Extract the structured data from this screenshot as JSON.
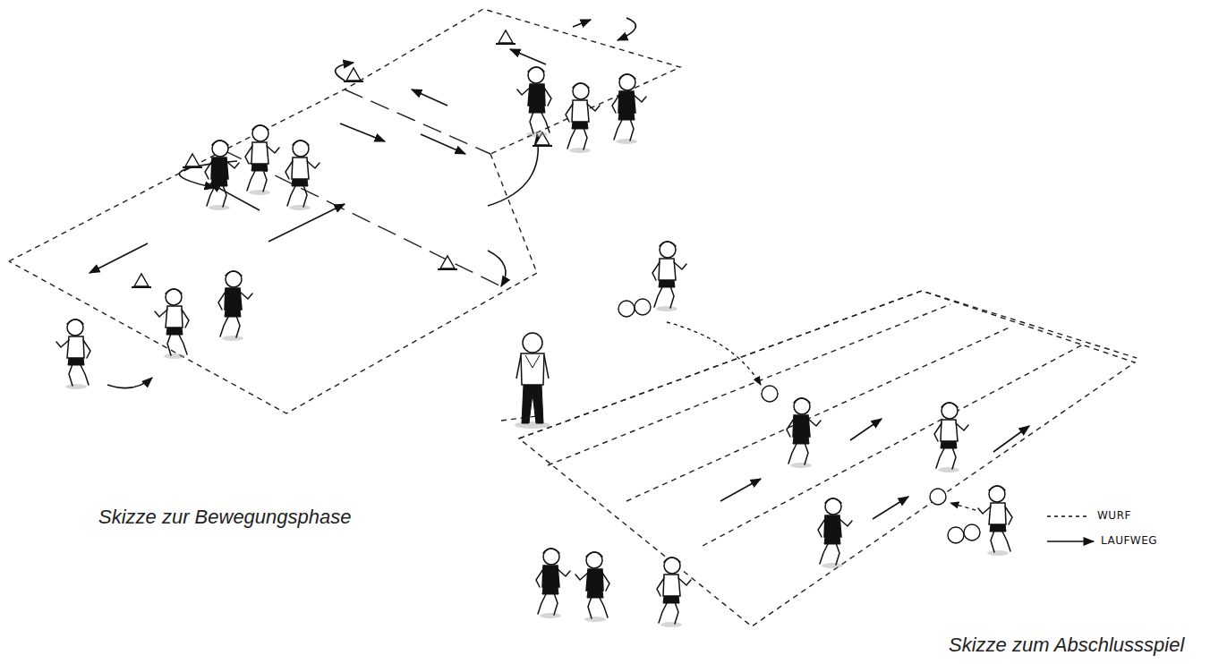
{
  "diagram": {
    "labels": [
      "Skizze zur Bewegungsphase",
      "Skizze zum Abschlussspiel"
    ],
    "legend": [
      {
        "text": "WURF"
      },
      {
        "text": "LAUFWEG"
      }
    ]
  }
}
